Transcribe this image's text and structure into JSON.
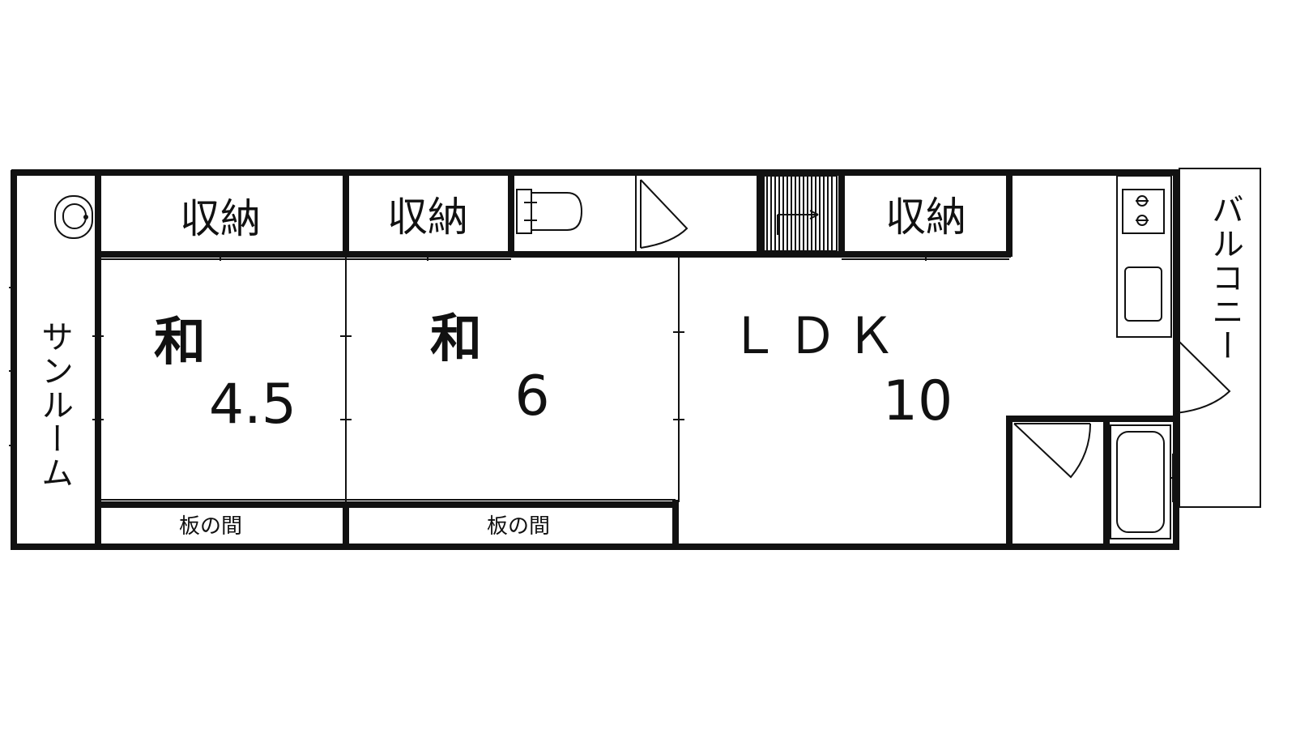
{
  "rooms": {
    "storage_1": "収納",
    "storage_2": "収納",
    "storage_3": "収納",
    "washitsu_a_label": "和",
    "washitsu_a_size": "4.5",
    "washitsu_b_label": "和",
    "washitsu_b_size": "6",
    "ldk_label": "ＬＤＫ",
    "ldk_size": "10",
    "itanoma_1": "板の間",
    "itanoma_2": "板の間",
    "sunroom": "サンルーム",
    "balcony": "バルコニー"
  },
  "colors": {
    "wall": "#111111",
    "background": "#ffffff"
  }
}
